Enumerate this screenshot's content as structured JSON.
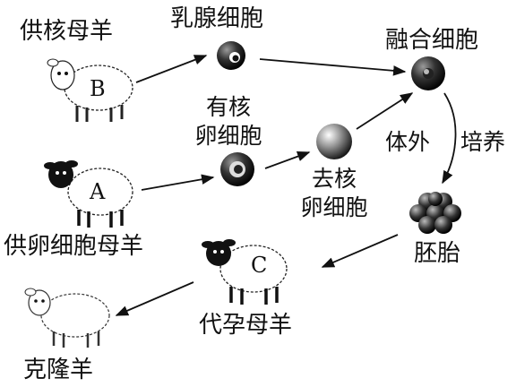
{
  "diagram": {
    "labels": {
      "donor_nucleus_sheep": "供核母羊",
      "mammary_cell": "乳腺细胞",
      "fused_cell": "融合细胞",
      "nucleated_egg_line1": "有核",
      "nucleated_egg_line2": "卵细胞",
      "in_vitro": "体外",
      "culture": "培养",
      "enucleated_egg_line1": "去核",
      "enucleated_egg_line2": "卵细胞",
      "egg_donor_sheep": "供卵细胞母羊",
      "embryo": "胚胎",
      "surrogate_sheep": "代孕母羊",
      "cloned_sheep": "克隆羊"
    },
    "sheep_letters": {
      "b": "B",
      "a": "A",
      "c": "C"
    }
  }
}
